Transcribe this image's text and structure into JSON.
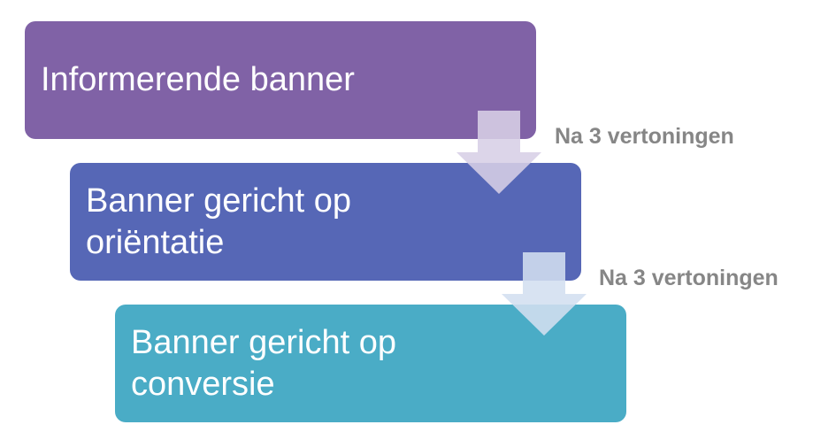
{
  "steps": [
    {
      "label": "Informerende banner",
      "color": "#8062a6"
    },
    {
      "label": "Banner gericht op\noriëntatie",
      "color": "#5667b6"
    },
    {
      "label": "Banner gericht op\nconversie",
      "color": "#4aacc6"
    }
  ],
  "transitions": [
    {
      "label": "Na 3 vertoningen"
    },
    {
      "label": "Na 3 vertoningen"
    }
  ],
  "colors": {
    "arrow": "#d3cbe3",
    "annotation": "#868686"
  },
  "icons": {
    "transition": "down-arrow-icon"
  }
}
